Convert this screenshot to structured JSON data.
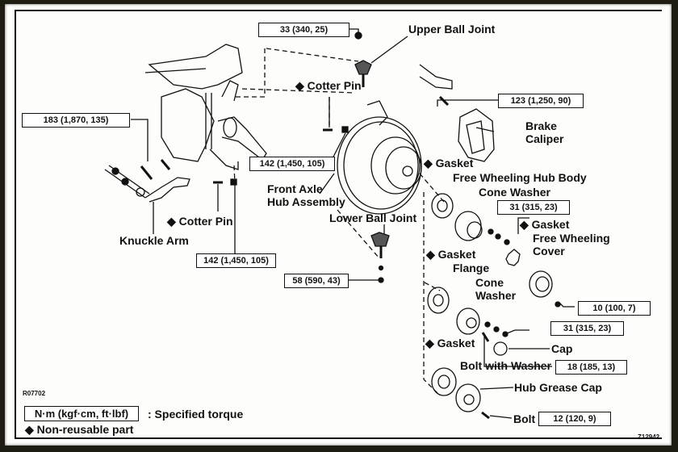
{
  "diagram": {
    "title_hint": "Front axle hub exploded view",
    "ref_code_left": "R07702",
    "ref_code_right": "Z12942",
    "parts": {
      "upper_ball_joint": "Upper Ball Joint",
      "cotter_pin_upper": "◆ Cotter Pin",
      "brake_caliper_1": "Brake",
      "brake_caliper_2": "Caliper",
      "gasket_1": "◆ Gasket",
      "fw_hub_body": "Free Wheeling Hub Body",
      "cone_washer_1": "Cone Washer",
      "gasket_2": "◆ Gasket",
      "fw_cover_1": "Free Wheeling",
      "fw_cover_2": "Cover",
      "front_axle_hub_1": "Front Axle",
      "front_axle_hub_2": "Hub Assembly",
      "lower_ball_joint": "Lower Ball Joint",
      "cotter_pin_lower": "◆ Cotter Pin",
      "knuckle_arm": "Knuckle Arm",
      "gasket_3": "◆ Gasket",
      "flange": "Flange",
      "cone_washer_2a": "Cone",
      "cone_washer_2b": "Washer",
      "gasket_4": "◆ Gasket",
      "cap": "Cap",
      "bolt_with_washer": "Bolt with Washer",
      "hub_grease_cap": "Hub Grease Cap",
      "bolt": "Bolt"
    },
    "torques": {
      "t_upper_ball_joint": "33 (340, 25)",
      "t_knuckle_arm": "183 (1,870, 135)",
      "t_hub_nut_upper": "142 (1,450, 105)",
      "t_hub_nut_lower": "142 (1,450, 105)",
      "t_lower_ball_joint": "58 (590, 43)",
      "t_brake_caliper": "123 (1,250, 90)",
      "t_cone_washer_1": "31 (315, 23)",
      "t_fw_cover": "10 (100, 7)",
      "t_cone_washer_2": "31 (315, 23)",
      "t_bolt_with_washer": "18 (185, 13)",
      "t_bolt": "12 (120, 9)"
    },
    "legend": {
      "torque_unit": "N·m (kgf·cm, ft·lbf)",
      "torque_desc": ":  Specified torque",
      "non_reusable": "◆ Non-reusable part"
    }
  }
}
